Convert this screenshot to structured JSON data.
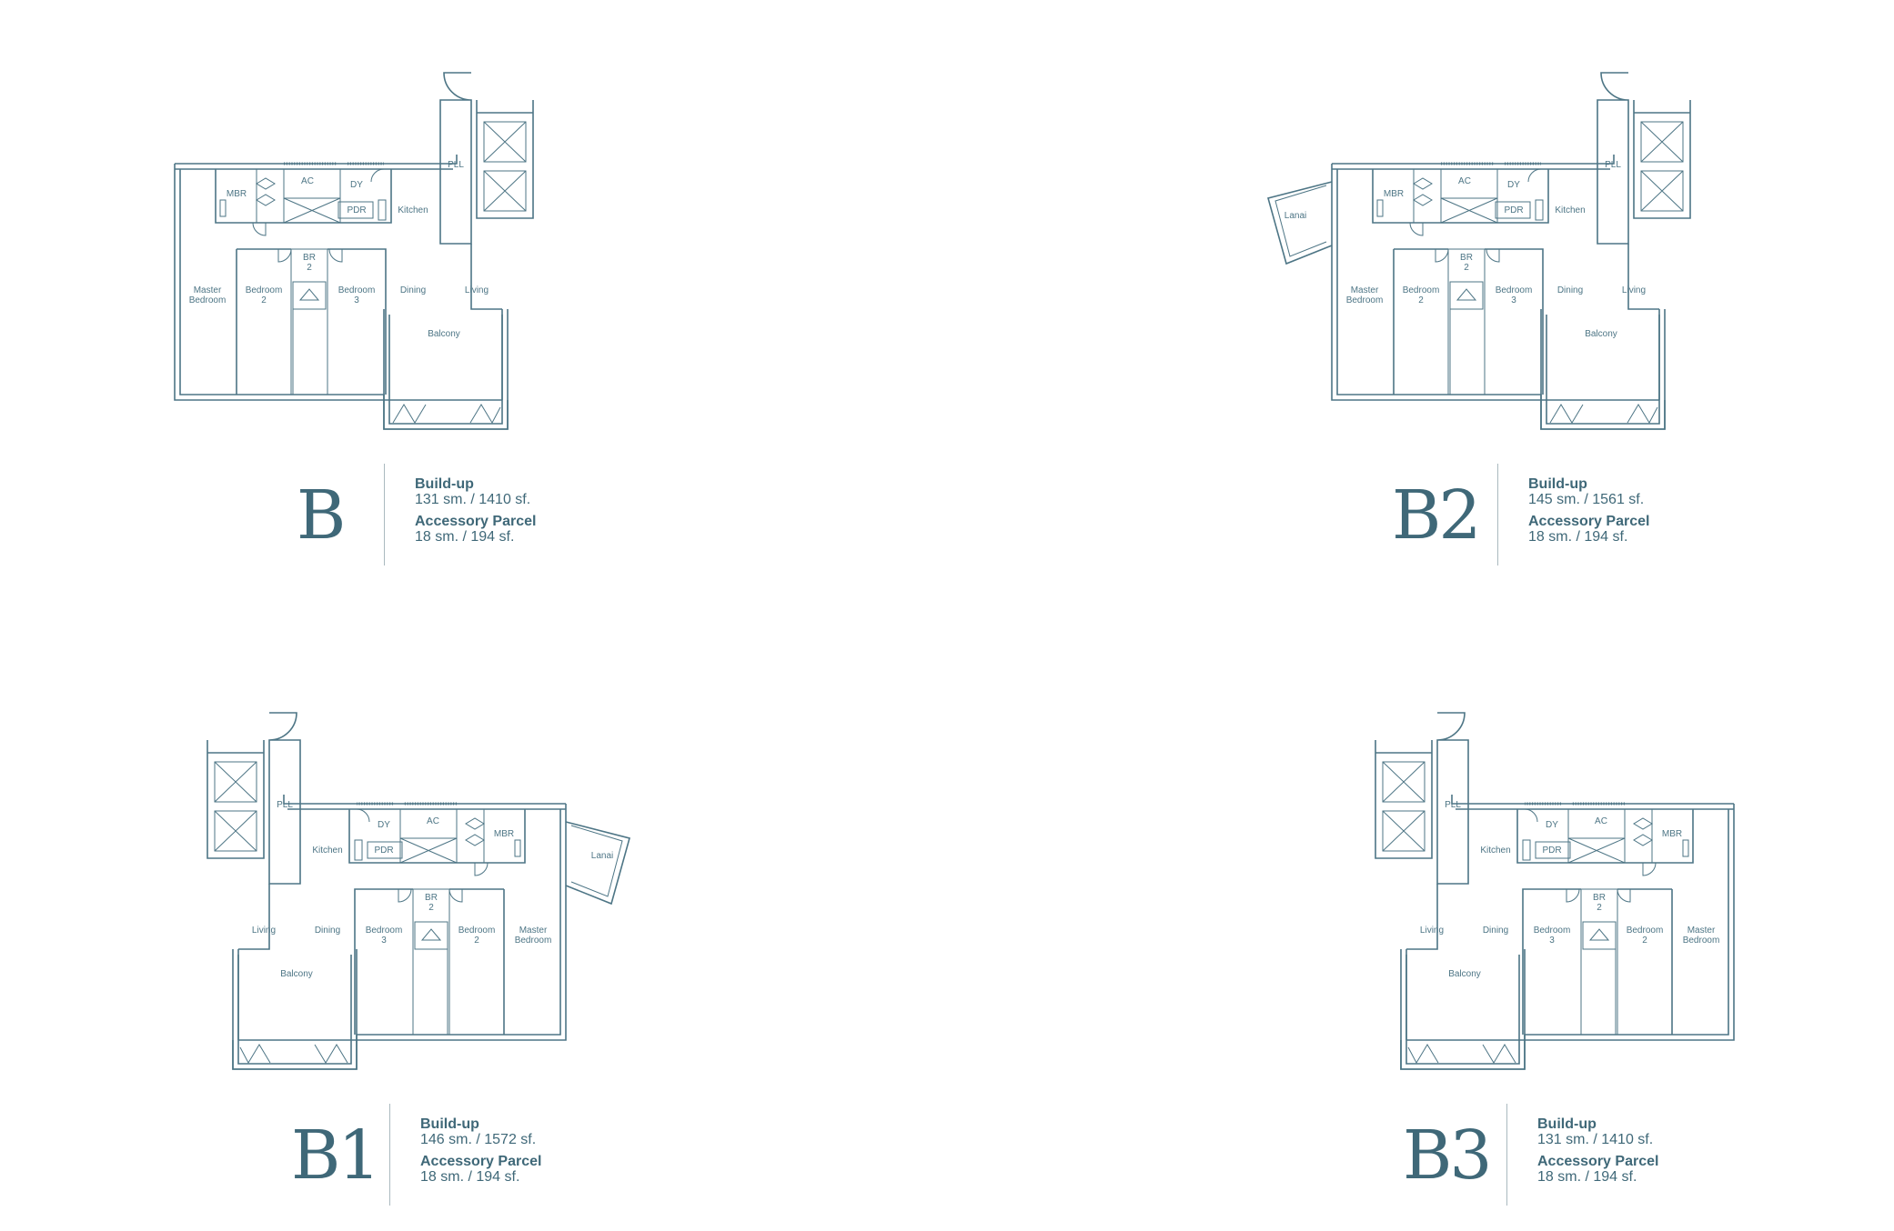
{
  "units": [
    {
      "id": "b",
      "code": "B",
      "buildup_label": "Build-up",
      "buildup_value": "131 sm. / 1410 sf.",
      "parcel_label": "Accessory Parcel",
      "parcel_value": "18 sm. / 194 sf.",
      "rooms": {
        "mbr": "MBR",
        "ac": "AC",
        "dy": "DY",
        "pdr": "PDR",
        "pll": "PLL",
        "kitchen": "Kitchen",
        "br2_a": "BR",
        "br2_b": "2",
        "master_a": "Master",
        "master_b": "Bedroom",
        "bed2_a": "Bedroom",
        "bed2_b": "2",
        "bed3_a": "Bedroom",
        "bed3_b": "3",
        "dining": "Dining",
        "living": "Living",
        "balcony": "Balcony"
      }
    },
    {
      "id": "b2",
      "code": "B2",
      "buildup_label": "Build-up",
      "buildup_value": "145 sm. / 1561 sf.",
      "parcel_label": "Accessory Parcel",
      "parcel_value": "18 sm. / 194 sf.",
      "rooms": {
        "mbr": "MBR",
        "ac": "AC",
        "dy": "DY",
        "pdr": "PDR",
        "pll": "PLL",
        "kitchen": "Kitchen",
        "br2_a": "BR",
        "br2_b": "2",
        "master_a": "Master",
        "master_b": "Bedroom",
        "bed2_a": "Bedroom",
        "bed2_b": "2",
        "bed3_a": "Bedroom",
        "bed3_b": "3",
        "dining": "Dining",
        "living": "Living",
        "balcony": "Balcony",
        "lanai": "Lanai"
      }
    },
    {
      "id": "b1",
      "code": "B1",
      "buildup_label": "Build-up",
      "buildup_value": "146 sm. / 1572 sf.",
      "parcel_label": "Accessory Parcel",
      "parcel_value": "18 sm. / 194 sf.",
      "rooms": {
        "mbr": "MBR",
        "ac": "AC",
        "dy": "DY",
        "pdr": "PDR",
        "pll": "PLL",
        "kitchen": "Kitchen",
        "br2_a": "BR",
        "br2_b": "2",
        "master_a": "Master",
        "master_b": "Bedroom",
        "bed2_a": "Bedroom",
        "bed2_b": "2",
        "bed3_a": "Bedroom",
        "bed3_b": "3",
        "dining": "Dining",
        "living": "Living",
        "balcony": "Balcony",
        "lanai": "Lanai"
      }
    },
    {
      "id": "b3",
      "code": "B3",
      "buildup_label": "Build-up",
      "buildup_value": "131 sm. / 1410 sf.",
      "parcel_label": "Accessory Parcel",
      "parcel_value": "18 sm. / 194 sf.",
      "rooms": {
        "mbr": "MBR",
        "ac": "AC",
        "dy": "DY",
        "pdr": "PDR",
        "pll": "PLL",
        "kitchen": "Kitchen",
        "br2_a": "BR",
        "br2_b": "2",
        "master_a": "Master",
        "master_b": "Bedroom",
        "bed2_a": "Bedroom",
        "bed2_b": "2",
        "bed3_a": "Bedroom",
        "bed3_b": "3",
        "dining": "Dining",
        "living": "Living",
        "balcony": "Balcony"
      }
    }
  ]
}
